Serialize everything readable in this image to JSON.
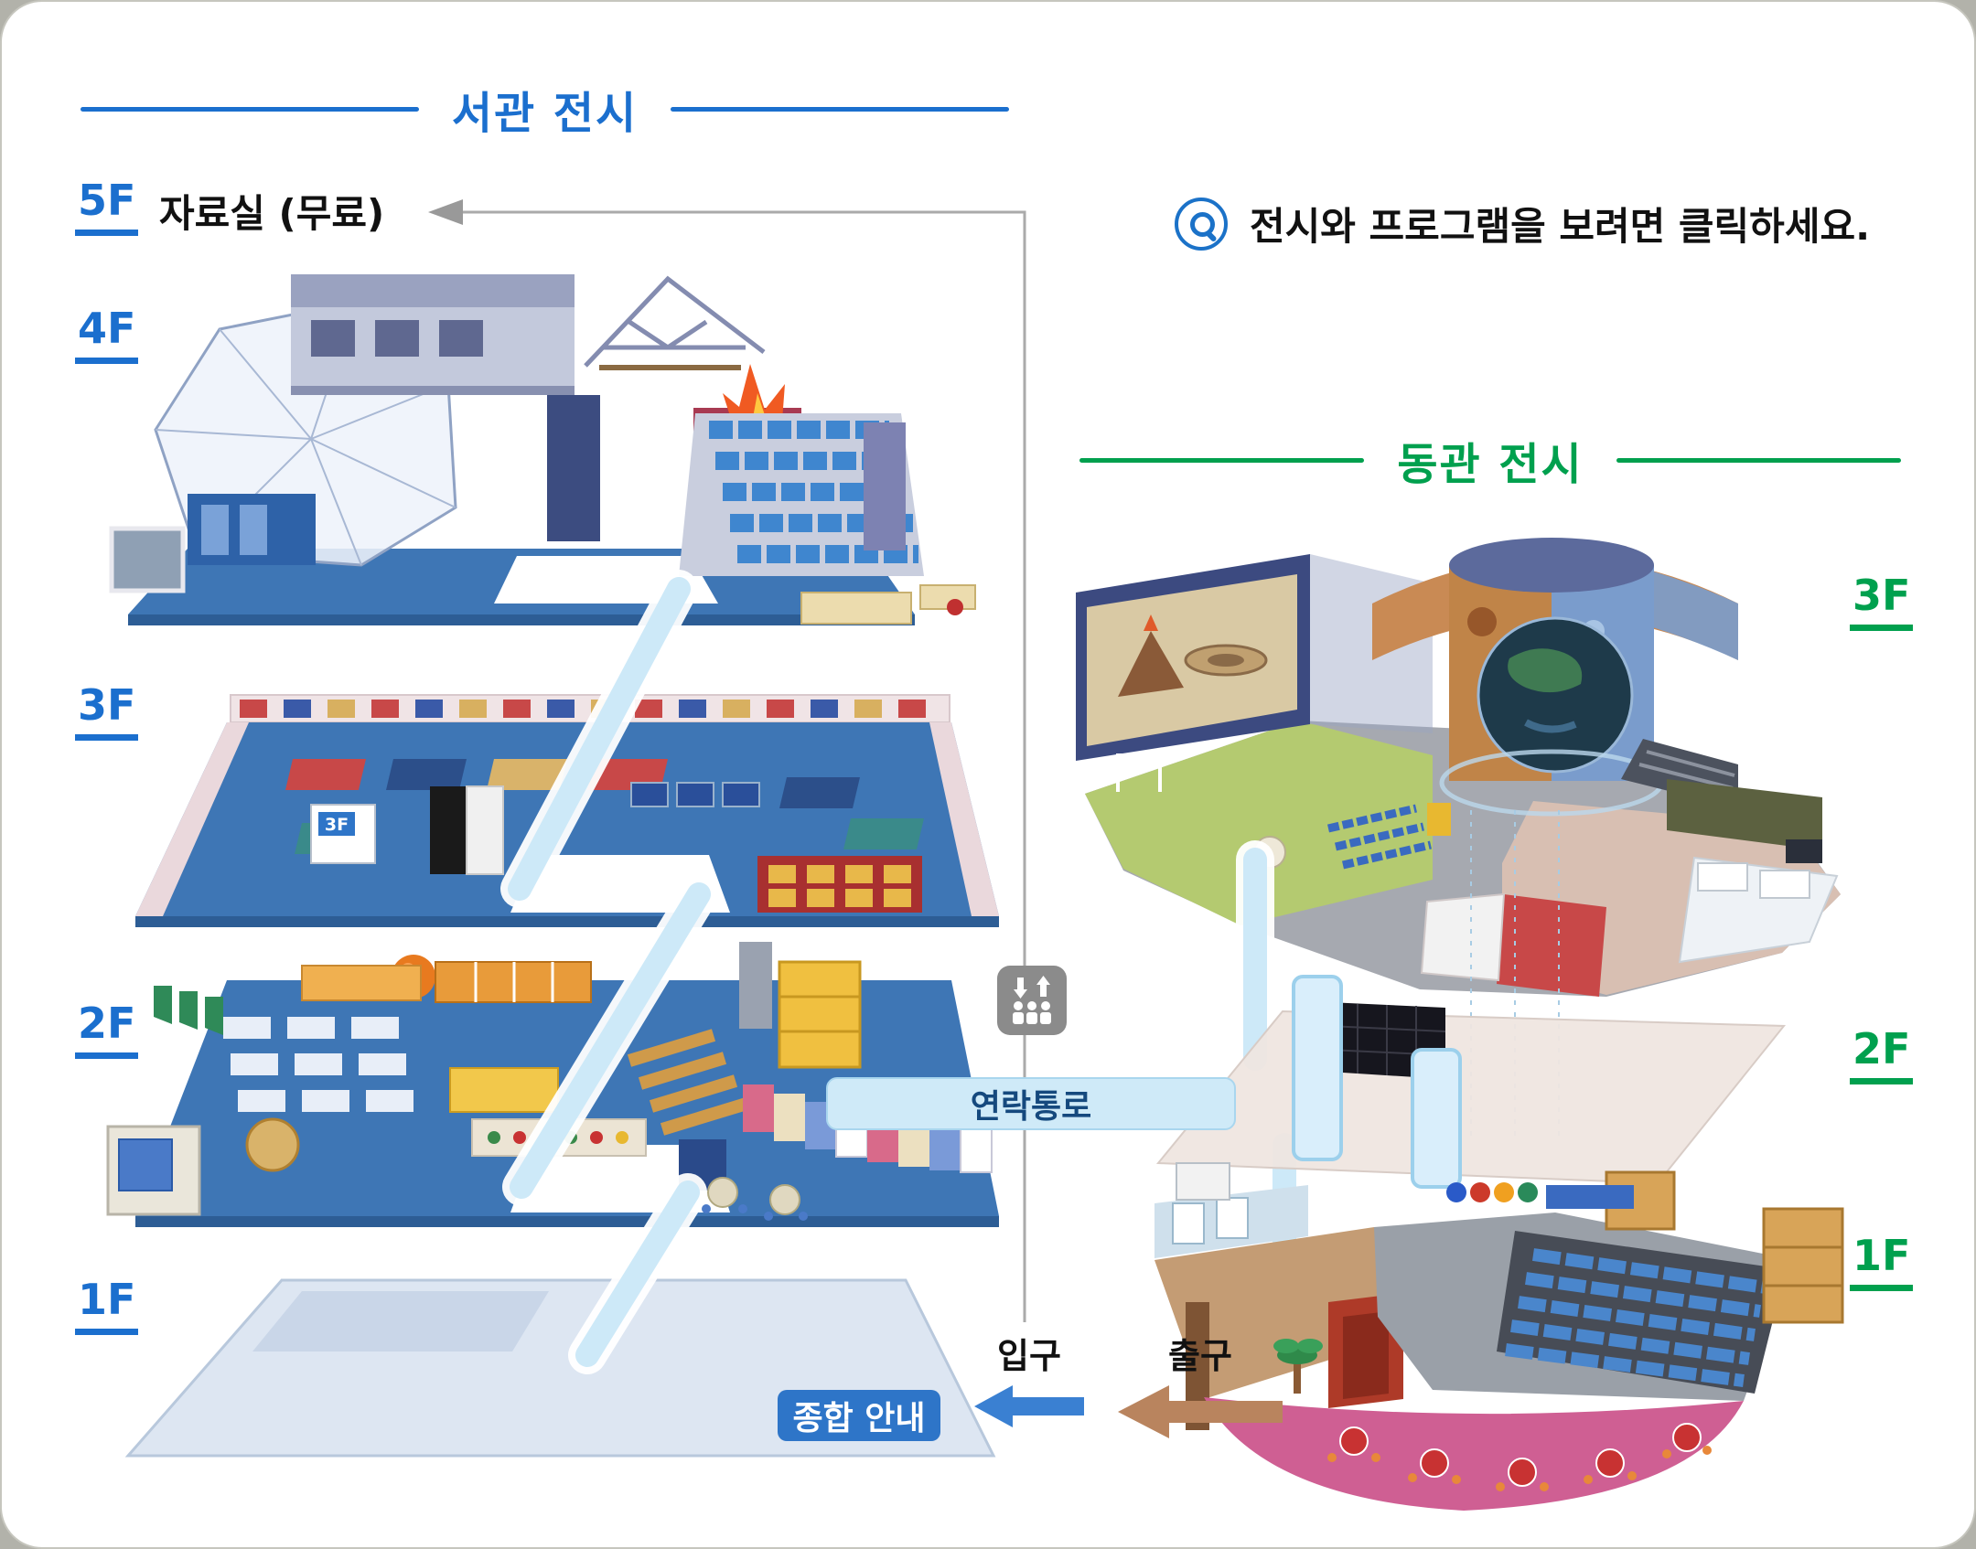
{
  "canvas": {
    "background": "#b2b2aa",
    "card_background": "#ffffff"
  },
  "west": {
    "title": "서관 전시",
    "accent_color": "#1b6fce",
    "floor_labels": [
      "5F",
      "4F",
      "3F",
      "2F",
      "1F"
    ],
    "floor5_note": "자료실 (무료)",
    "desk_sign": "3F",
    "info_badge": "종합 안내"
  },
  "east": {
    "title": "동관 전시",
    "accent_color": "#00a04e",
    "floor_labels": [
      "3F",
      "2F",
      "1F"
    ]
  },
  "hint": {
    "text": "전시와 프로그램을 보려면 클릭하세요.",
    "icon": "magnifier-icon"
  },
  "passage": {
    "label": "연락통로",
    "band_color": "#cfeaf8"
  },
  "doors": {
    "entrance": "입구",
    "entrance_arrow_color": "#3a80d2",
    "exit": "출구",
    "exit_arrow_color": "#b9845e"
  },
  "icons": {
    "elevator": "elevator-icon",
    "hint": "magnifier-icon"
  }
}
